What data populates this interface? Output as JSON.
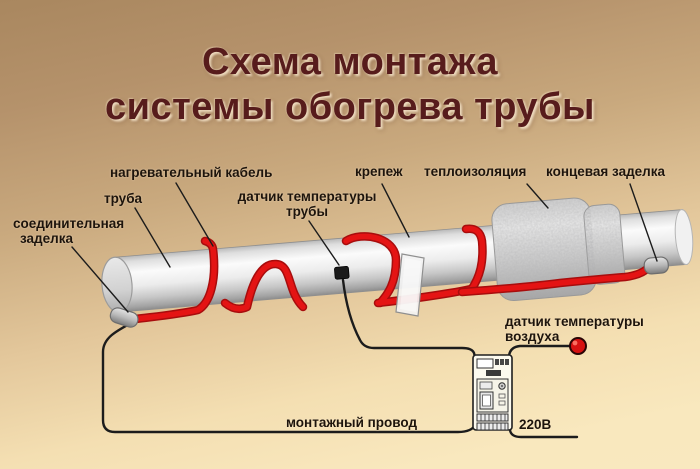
{
  "title": {
    "line1": "Схема монтажа",
    "line2": "системы обогрева трубы"
  },
  "labels": {
    "heating_cable": "нагревательный кабель",
    "pipe": "труба",
    "connection_seal_l1": "соединительная",
    "connection_seal_l2": "заделка",
    "pipe_temp_sensor_l1": "датчик температуры",
    "pipe_temp_sensor_l2": "трубы",
    "fastener": "крепеж",
    "insulation": "теплоизоляция",
    "end_seal": "концевая заделка",
    "air_temp_sensor_l1": "датчик температуры",
    "air_temp_sensor_l2": "воздуха",
    "mounting_wire": "монтажный провод",
    "voltage": "220В"
  },
  "colors": {
    "background_top": "#a9875f",
    "background_bottom": "#f9e8bf",
    "title_text": "#571c1c",
    "label_text": "#1d140c",
    "heating_cable_red": "#e01414",
    "wire_black": "#1c1c1c",
    "air_sensor_dot": "#d61212"
  }
}
